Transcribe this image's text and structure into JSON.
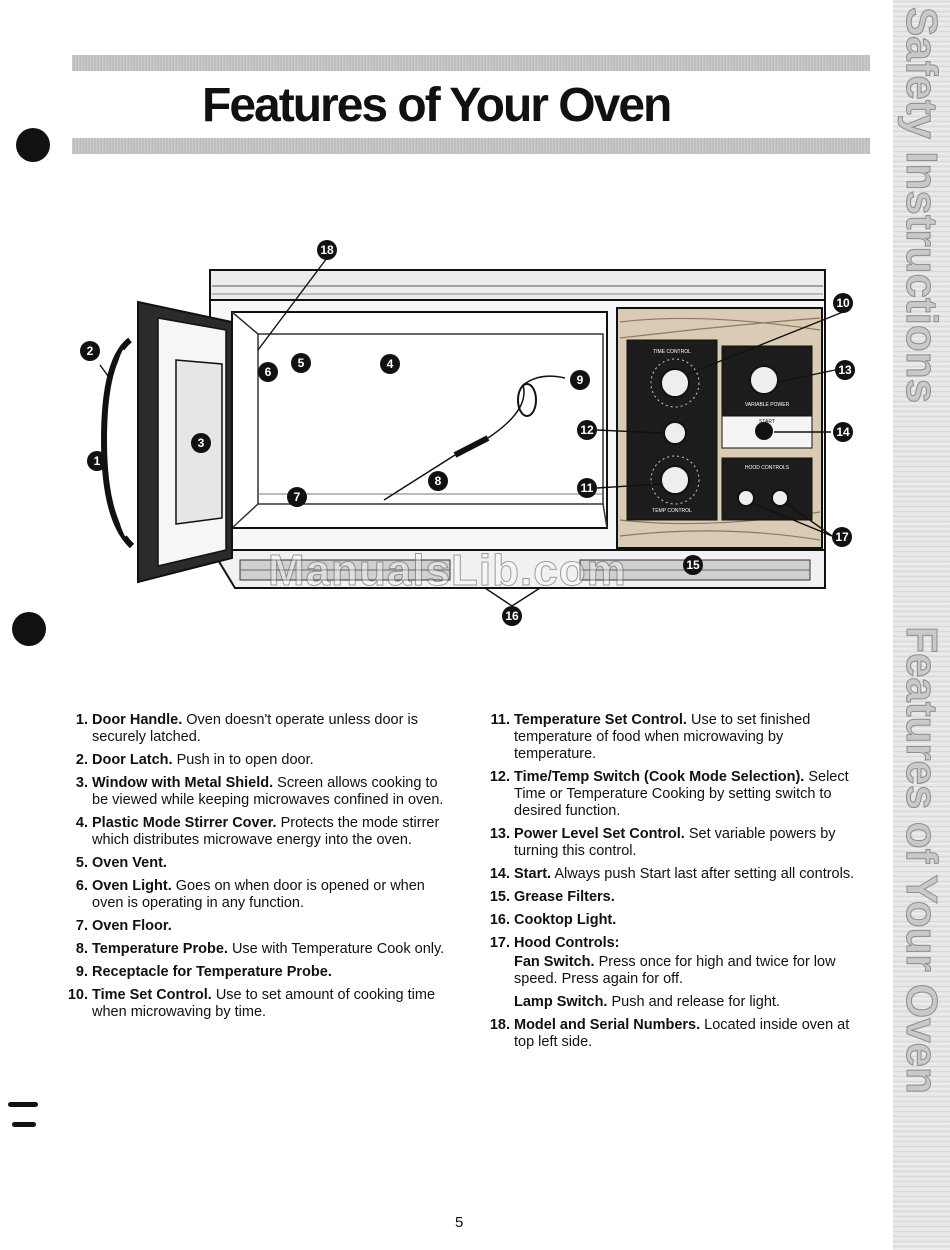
{
  "title": "Features of Your Oven",
  "side_tab": {
    "top": "Safety Instructions",
    "bottom": "Features of Your Oven"
  },
  "watermark": "ManualsLib.com",
  "control_panel": {
    "time_control": "TIME CONTROL",
    "variable_power": "VARIABLE POWER",
    "start": "START",
    "temp_control": "TEMP CONTROL",
    "hood_controls": "HOOD CONTROLS"
  },
  "features": [
    {
      "num": "1.",
      "name": "Door Handle.",
      "desc": "Oven doesn't operate unless door is securely latched."
    },
    {
      "num": "2.",
      "name": "Door Latch.",
      "desc": "Push in to open door."
    },
    {
      "num": "3.",
      "name": "Window with Metal Shield.",
      "desc": "Screen allows cooking to be viewed while keeping microwaves confined in oven."
    },
    {
      "num": "4.",
      "name": "Plastic Mode Stirrer Cover.",
      "desc": "Protects the mode stirrer which distributes microwave energy into the oven."
    },
    {
      "num": "5.",
      "name": "Oven Vent.",
      "desc": ""
    },
    {
      "num": "6.",
      "name": "Oven Light.",
      "desc": "Goes on when door is opened or when oven is operating in any function."
    },
    {
      "num": "7.",
      "name": "Oven Floor.",
      "desc": ""
    },
    {
      "num": "8.",
      "name": "Temperature Probe.",
      "desc": "Use with Temperature Cook only."
    },
    {
      "num": "9.",
      "name": "Receptacle for Temperature Probe.",
      "desc": ""
    },
    {
      "num": "10.",
      "name": "Time Set Control.",
      "desc": "Use to set amount of cooking time when microwaving by time."
    },
    {
      "num": "11.",
      "name": "Temperature Set Control.",
      "desc": "Use to set finished temperature of food when microwaving by temperature."
    },
    {
      "num": "12.",
      "name": "Time/Temp Switch (Cook Mode Selection).",
      "desc": "Select Time or Temperature Cooking by setting switch to desired function."
    },
    {
      "num": "13.",
      "name": "Power Level Set Control.",
      "desc": "Set variable powers by turning this control."
    },
    {
      "num": "14.",
      "name": "Start.",
      "desc": "Always push Start last after setting all controls."
    },
    {
      "num": "15.",
      "name": "Grease Filters.",
      "desc": ""
    },
    {
      "num": "16.",
      "name": "Cooktop Light.",
      "desc": ""
    },
    {
      "num": "17.",
      "name": "Hood Controls:",
      "desc": ""
    },
    {
      "num": "18.",
      "name": "Model and Serial Numbers.",
      "desc": "Located inside oven at top left side."
    }
  ],
  "hood_controls_detail": {
    "fan_name": "Fan Switch.",
    "fan_desc": "Press once for high and twice for low speed. Press again for off.",
    "lamp_name": "Lamp Switch.",
    "lamp_desc": "Push and release for light."
  },
  "page_number": "5"
}
